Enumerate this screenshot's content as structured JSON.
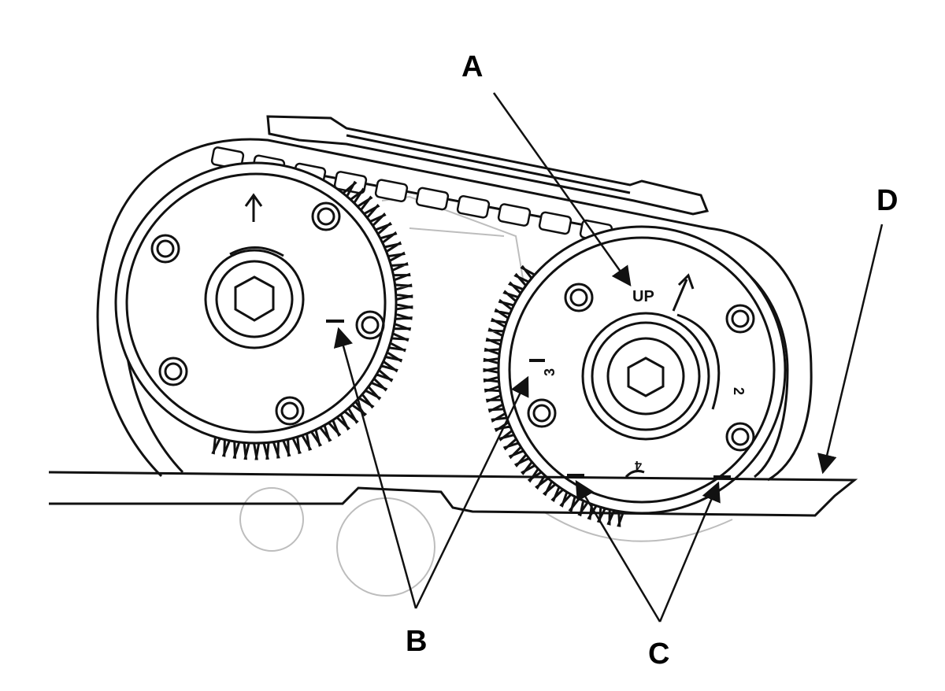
{
  "callouts": {
    "a": "A",
    "b": "B",
    "c": "C",
    "d": "D"
  },
  "sprocket_marks": {
    "up": "UP",
    "num_2": "2",
    "num_3": "3",
    "num_4": "4"
  },
  "colors": {
    "line": "#111111",
    "ghost": "#bdbdbd",
    "background": "#ffffff"
  }
}
